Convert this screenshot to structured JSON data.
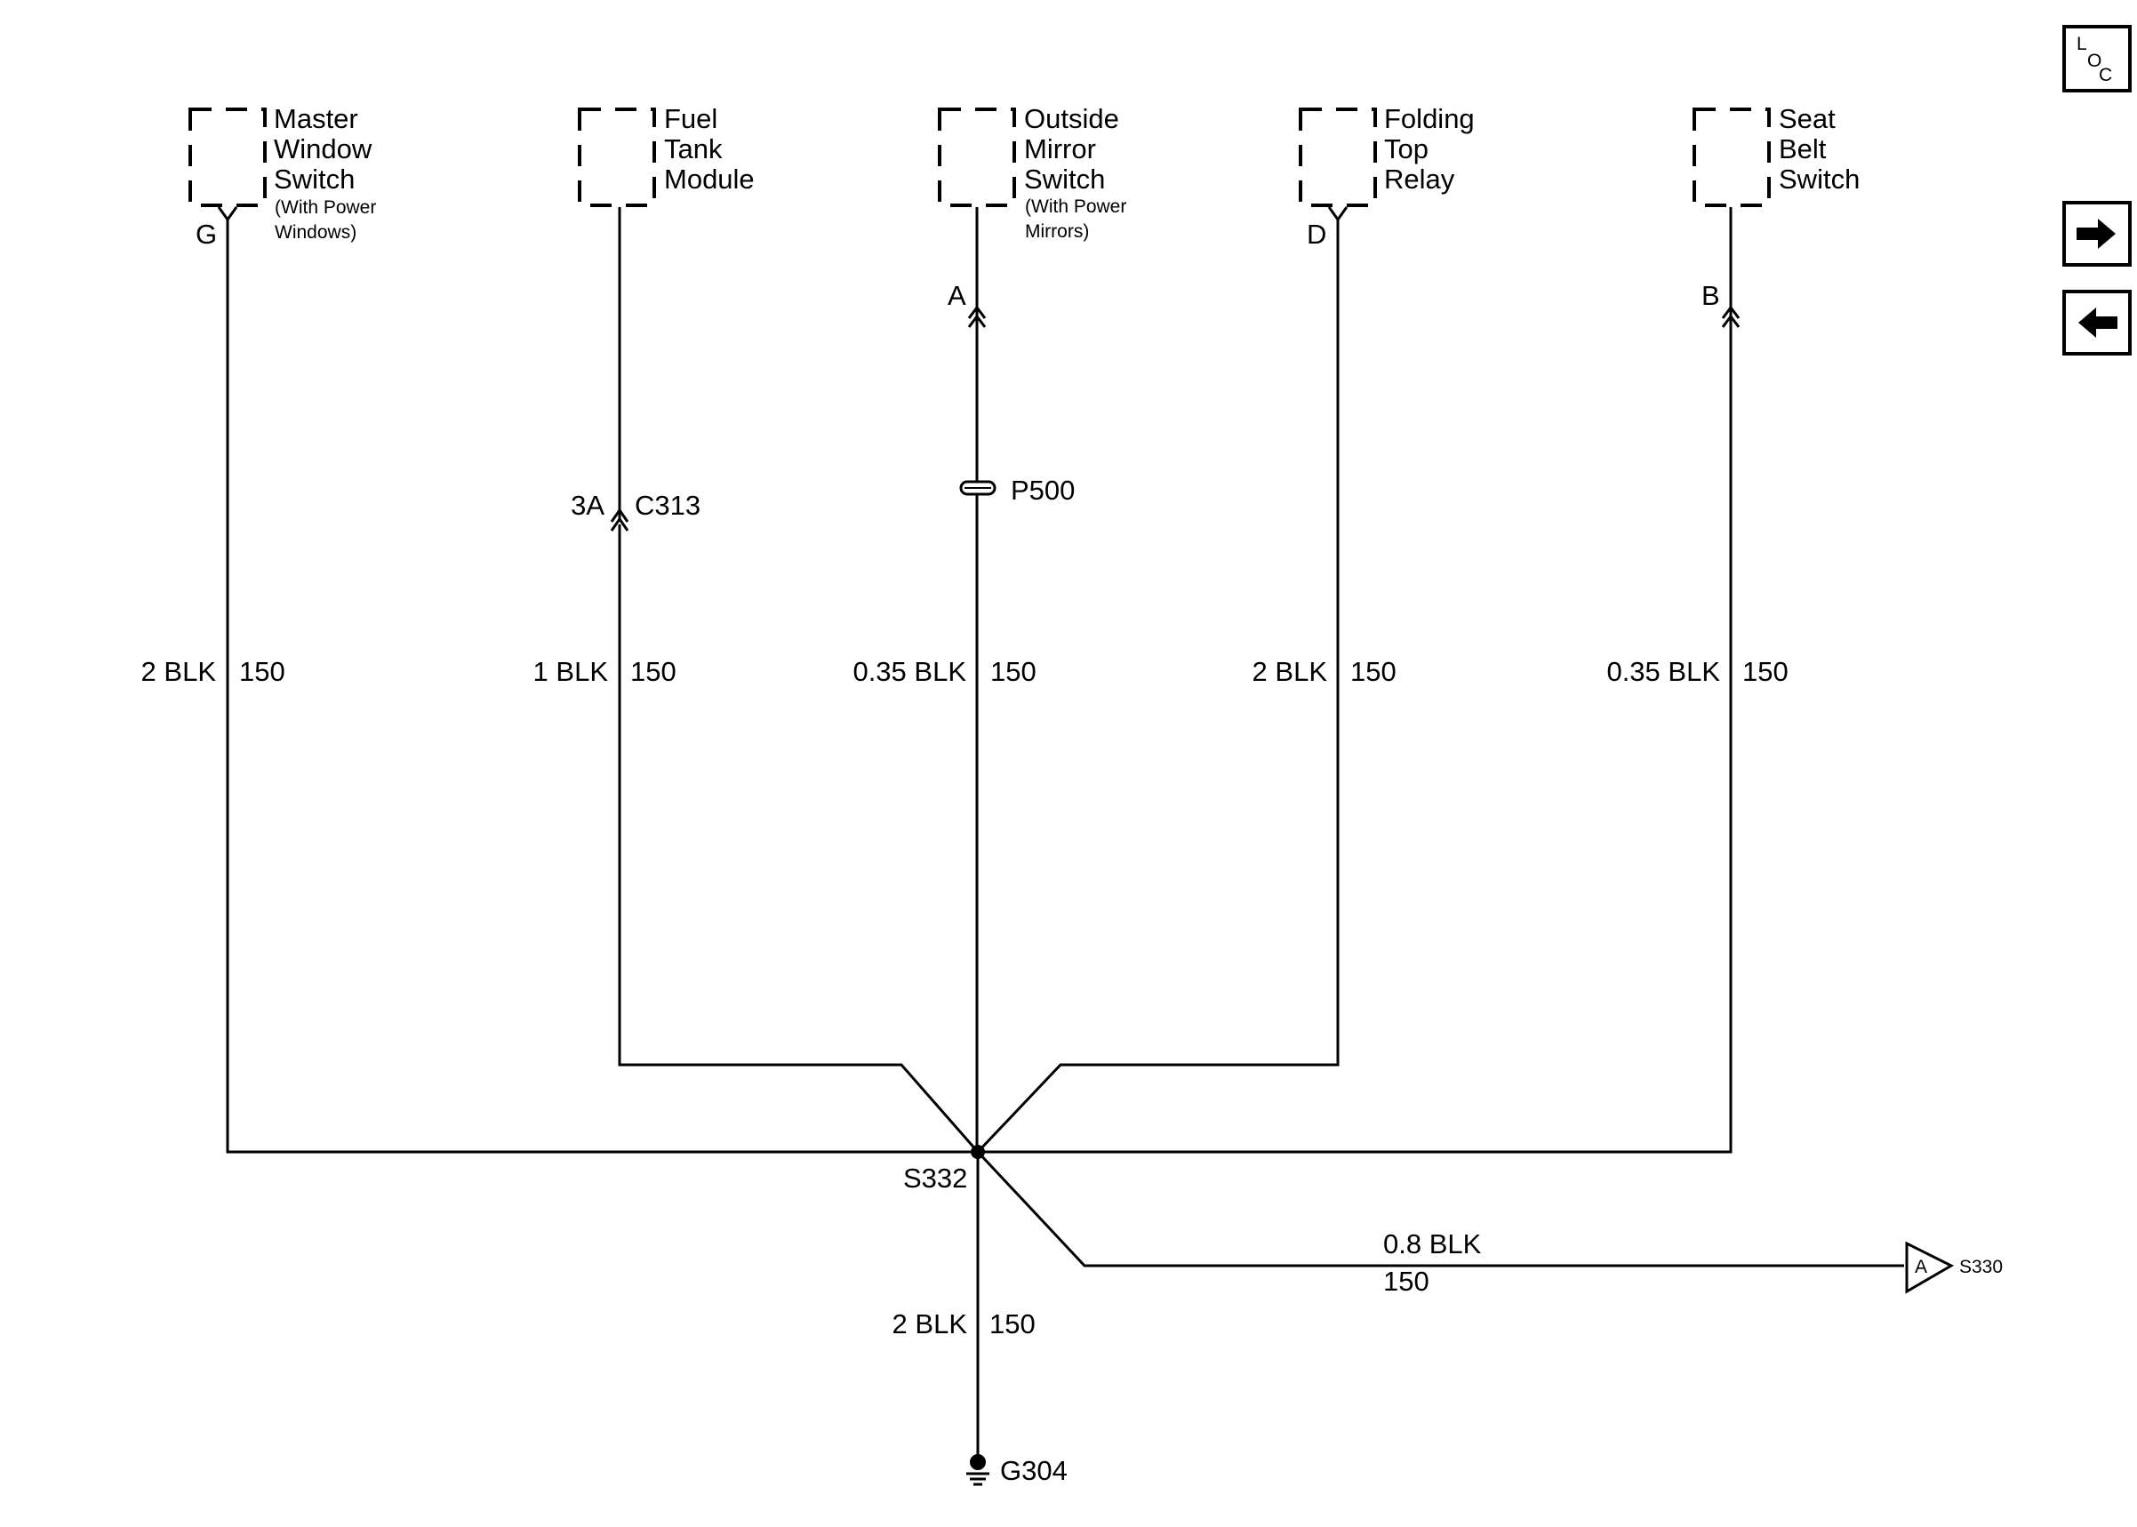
{
  "components": [
    {
      "id": "master-window-switch",
      "name_lines": [
        "Master",
        "Window",
        "Switch"
      ],
      "note_lines": [
        "(With Power",
        "Windows)"
      ],
      "pin": "G"
    },
    {
      "id": "fuel-tank-module",
      "name_lines": [
        "Fuel",
        "Tank",
        "Module"
      ],
      "note_lines": [],
      "pin": ""
    },
    {
      "id": "outside-mirror-switch",
      "name_lines": [
        "Outside",
        "Mirror",
        "Switch"
      ],
      "note_lines": [
        "(With Power",
        "Mirrors)"
      ],
      "pin": "A"
    },
    {
      "id": "folding-top-relay",
      "name_lines": [
        "Folding",
        "Top",
        "Relay"
      ],
      "note_lines": [],
      "pin": "D"
    },
    {
      "id": "seat-belt-switch",
      "name_lines": [
        "Seat",
        "Belt",
        "Switch"
      ],
      "note_lines": [],
      "pin": "B"
    }
  ],
  "wires": [
    {
      "id": "wire-master",
      "gauge": "2 BLK",
      "circuit": "150"
    },
    {
      "id": "wire-fuel",
      "gauge": "1 BLK",
      "circuit": "150"
    },
    {
      "id": "wire-mirror",
      "gauge": "0.35 BLK",
      "circuit": "150"
    },
    {
      "id": "wire-folding",
      "gauge": "2 BLK",
      "circuit": "150"
    },
    {
      "id": "wire-seat",
      "gauge": "0.35 BLK",
      "circuit": "150"
    },
    {
      "id": "wire-ground",
      "gauge": "2 BLK",
      "circuit": "150"
    },
    {
      "id": "wire-s330",
      "gauge": "0.8 BLK",
      "circuit": "150"
    }
  ],
  "connectors": {
    "c313": {
      "pin": "3A",
      "name": "C313"
    },
    "p500": {
      "name": "P500"
    }
  },
  "splice": {
    "name": "S332"
  },
  "ground": {
    "name": "G304"
  },
  "offpage": {
    "letter": "A",
    "target": "S330"
  },
  "nav": {
    "loc": {
      "letters": [
        "L",
        "O",
        "C"
      ],
      "icon": "location-icon"
    },
    "next": {
      "icon": "arrow-right-icon"
    },
    "prev": {
      "icon": "arrow-left-icon"
    }
  }
}
